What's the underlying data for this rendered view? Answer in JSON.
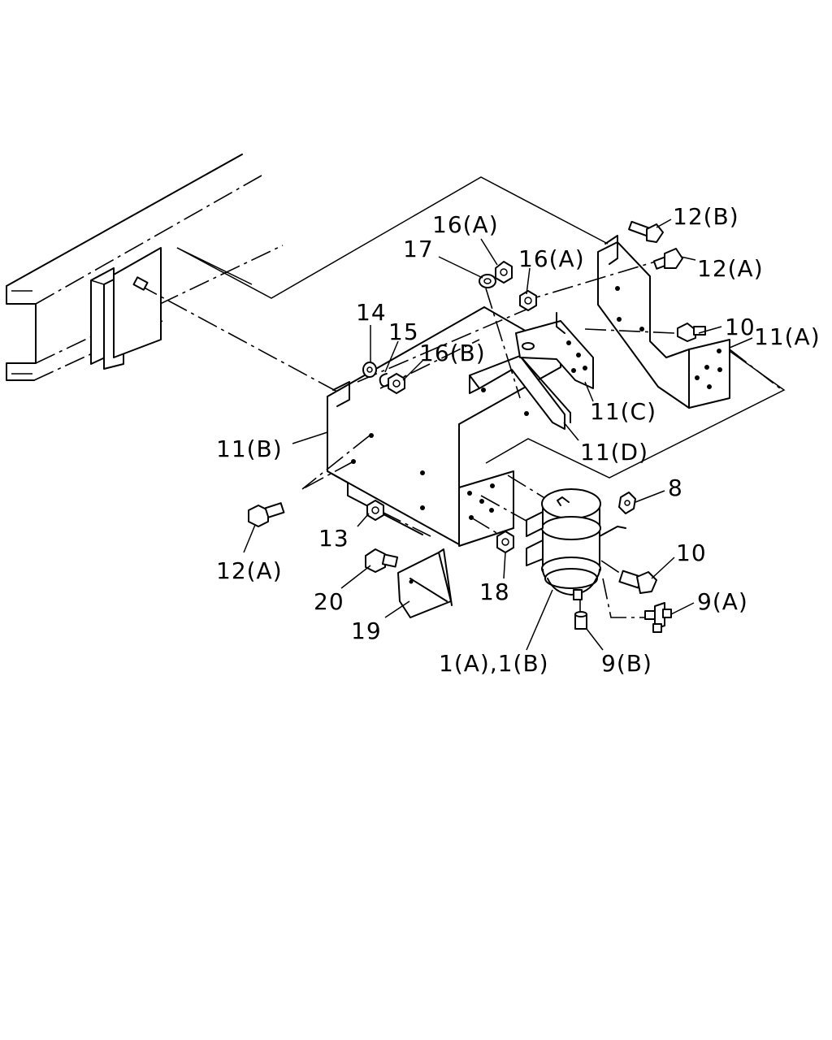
{
  "labels": {
    "l12B": "12(B)",
    "l16A_1": "16(A)",
    "l17": "17",
    "l16A_2": "16(A)",
    "l12A_top": "12(A)",
    "l14": "14",
    "l15": "15",
    "l16B": "16(B)",
    "l10_top": "10",
    "l11A": "11(A)",
    "l11C": "11(C)",
    "l11B": "11(B)",
    "l11D": "11(D)",
    "l8": "8",
    "l13": "13",
    "l12A_bottom": "12(A)",
    "l10_bottom": "10",
    "l20": "20",
    "l18": "18",
    "l9A": "9(A)",
    "l19": "19",
    "l1": "1(A),1(B)",
    "l9B": "9(B)"
  }
}
